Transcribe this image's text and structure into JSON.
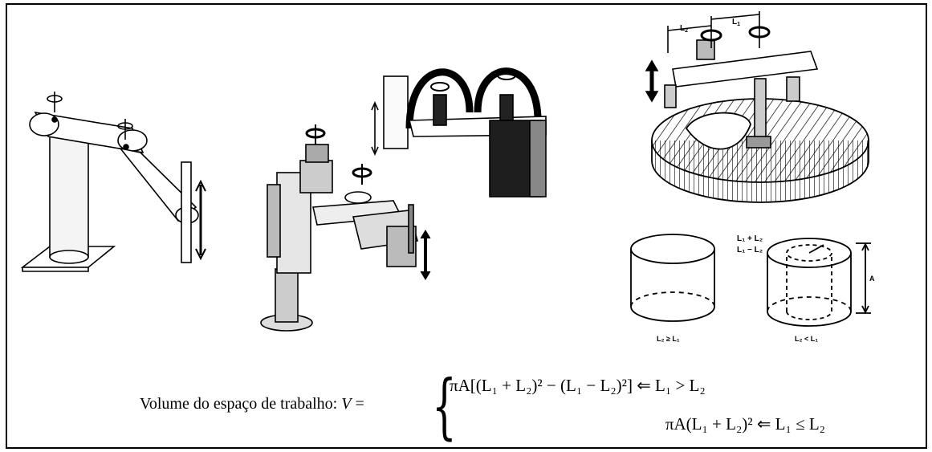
{
  "figure_labels": {
    "top_right_L1": "L",
    "top_right_L1_sub": "1",
    "top_right_L2": "L",
    "top_right_L2_sub": "2",
    "cyl_sum": "L₁ + L₂",
    "cyl_diff": "L₁ − L₂",
    "cyl_height": "A",
    "caption_left": "L₂ ≥ L₁",
    "caption_right": "L₂ < L₁"
  },
  "formula": {
    "lead": "Volume do espaço de trabalho:",
    "V": "V",
    "eq": "=",
    "case1_expr": "πA[(L₁ + L₂)² − (L₁ − L₂)²]",
    "case1_cond": "⇐ L₁ > L₂",
    "case2_expr": "πA(L₁ + L₂)²",
    "case2_cond": "⇐ L₁ ≤ L₂"
  }
}
